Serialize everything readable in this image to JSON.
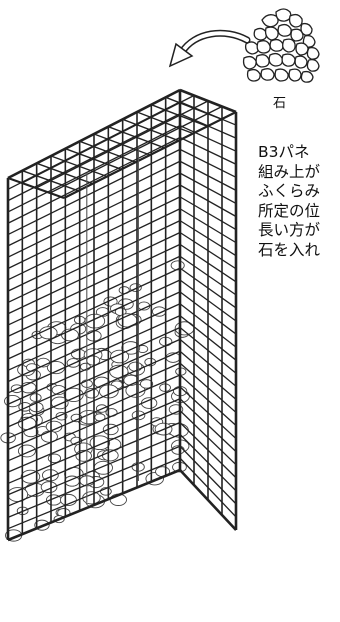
{
  "stone_label": "石",
  "instruction_lines": [
    "B3パネ",
    "組み上が",
    "ふくらみ",
    "所定の位",
    "長い方が",
    "石を入れ"
  ]
}
